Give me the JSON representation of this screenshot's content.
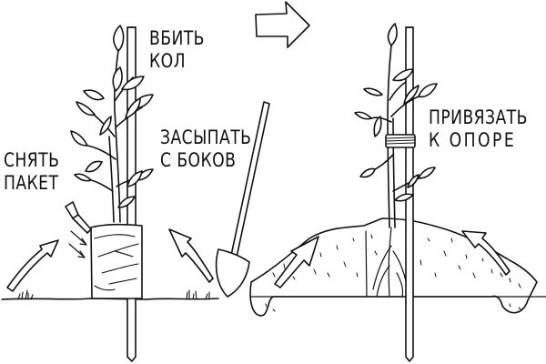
{
  "diagram": {
    "type": "instructional-illustration",
    "description": "Two-step planting sequence for a container-grown sapling with a support stake",
    "colors": {
      "ink": "#111111",
      "background": "#ffffff"
    },
    "steps": [
      {
        "id": "before",
        "labels": {
          "stake": {
            "line1": "ВБИТЬ",
            "line2": "КОЛ"
          },
          "remove_bag": {
            "line1": "СНЯТЬ",
            "line2": "ПАКЕТ"
          },
          "backfill": {
            "line1": "ЗАСЫПАТЬ",
            "line2": "С БОКОВ"
          }
        },
        "elements": [
          "stake",
          "sapling",
          "plastic-bag",
          "knife",
          "shovel",
          "arrows",
          "ground-line"
        ]
      },
      {
        "id": "after",
        "labels": {
          "tie": {
            "line1": "ПРИВЯЗАТЬ",
            "line2": "К ОПОРЕ"
          }
        },
        "elements": [
          "stake",
          "sapling",
          "tie-band",
          "soil-mound",
          "roots",
          "arrows"
        ]
      }
    ],
    "transition_arrow": {
      "direction": "right"
    }
  }
}
